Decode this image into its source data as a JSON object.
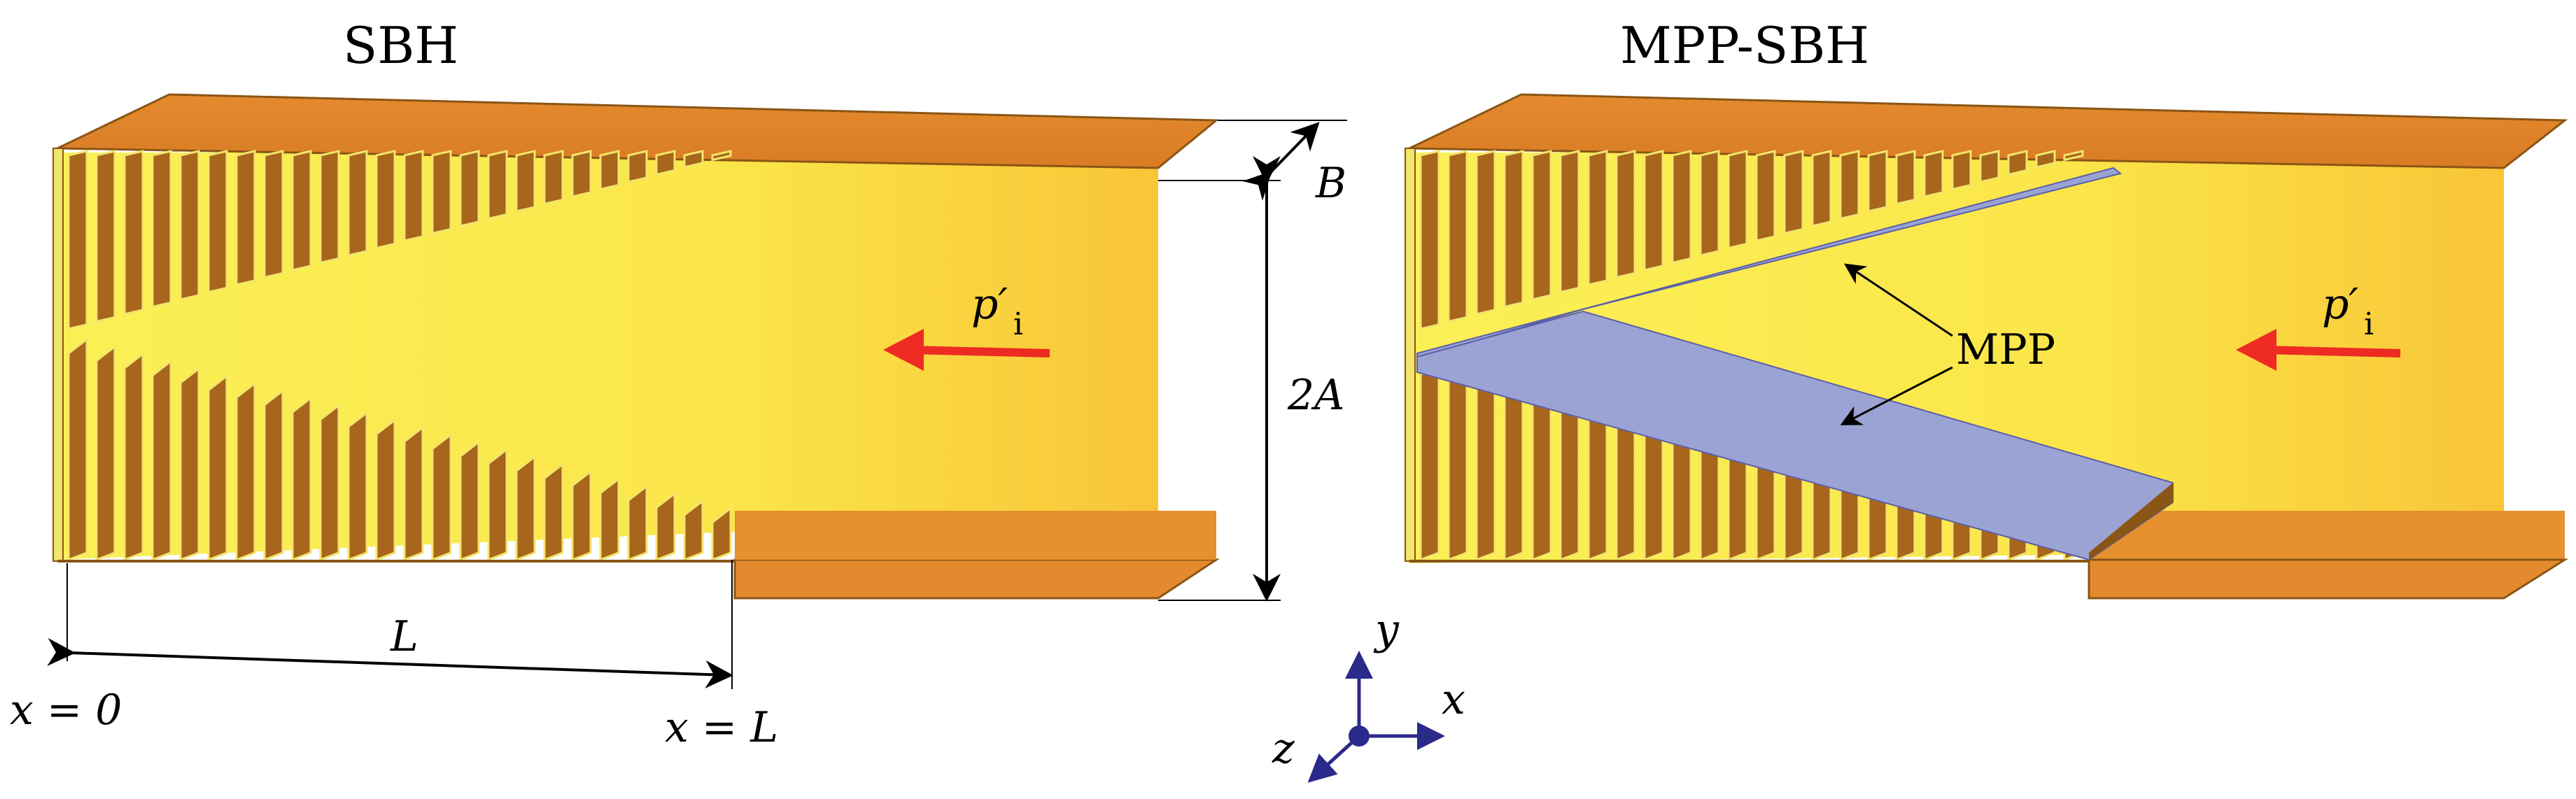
{
  "titles": {
    "left": "SBH",
    "right": "MPP-SBH"
  },
  "labels": {
    "B": "B",
    "two_A": "2A",
    "L": "L",
    "x_eq_0": "x = 0",
    "x_eq_L": "x = L",
    "MPP": "MPP",
    "p_symbol": "p′",
    "p_subscript": "i"
  },
  "axes": {
    "x": "x",
    "y": "y",
    "z": "z"
  },
  "colors": {
    "duct_top": "#e48a2e",
    "duct_inner_light": "#fbe94a",
    "duct_inner_dark": "#f8c537",
    "fin": "#a8651c",
    "fin_edge": "#f2e66a",
    "mpp": "#9ba3d4",
    "arrow_red": "#ee2b22",
    "axis_blue": "#2a2a8a"
  }
}
